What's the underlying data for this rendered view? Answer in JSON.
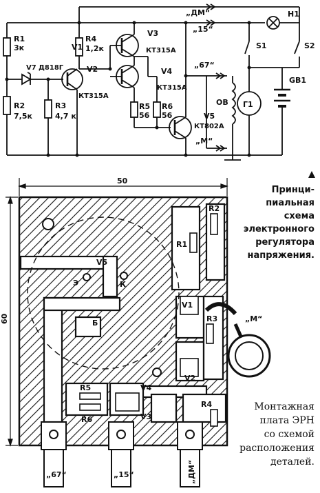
{
  "schematic": {
    "components": {
      "r1_name": "R1",
      "r1_val": "3к",
      "r2_name": "R2",
      "r2_val": "7,5к",
      "r3_name": "R3",
      "r3_val": "4,7 к",
      "r4_name": "R4",
      "r4_val": "1,2к",
      "r5_name": "R5",
      "r5_val": "56",
      "r6_name": "R6",
      "r6_val": "56",
      "v1_name": "V1",
      "v1_type": "КТ315А",
      "v2_name": "V2",
      "v3_name": "V3",
      "v3_type": "КТ315А",
      "v4_name": "V4",
      "v4_type": "КТ315А",
      "v5_name": "V5",
      "v5_type": "КТ802А",
      "v7_name": "V7",
      "v7_type": "Д818Г",
      "ov_name": "ОВ",
      "g1_name": "Г1",
      "gb1_name": "GB1",
      "h1_name": "H1",
      "s1_name": "S1",
      "s2_name": "S2"
    },
    "terminals": {
      "dm": "„ДМ“",
      "t15": "„15“",
      "t67": "„67“",
      "m": "„М“"
    },
    "caption_lines": [
      "Принци-",
      "пиальная",
      "схема",
      "электронного",
      "регулятора",
      "напряжения."
    ]
  },
  "board": {
    "dim_width": "50",
    "dim_height": "60",
    "labels": {
      "v5": "V5",
      "e": "Э",
      "k": "К",
      "b": "Б",
      "r1": "R1",
      "r2": "R2",
      "r3": "R3",
      "r4": "R4",
      "r5": "R5",
      "r6": "R6",
      "v1": "V1",
      "v2": "V2",
      "v3": "V3",
      "v4": "V4",
      "m_terminal": "„М“"
    },
    "pins": {
      "p67": "„67“",
      "p15": "„15“",
      "pdm": "„ДМ“"
    },
    "caption_lines": [
      "Монтажная",
      "плата ЭРН",
      "со схемой",
      "расположения",
      "деталей."
    ]
  }
}
